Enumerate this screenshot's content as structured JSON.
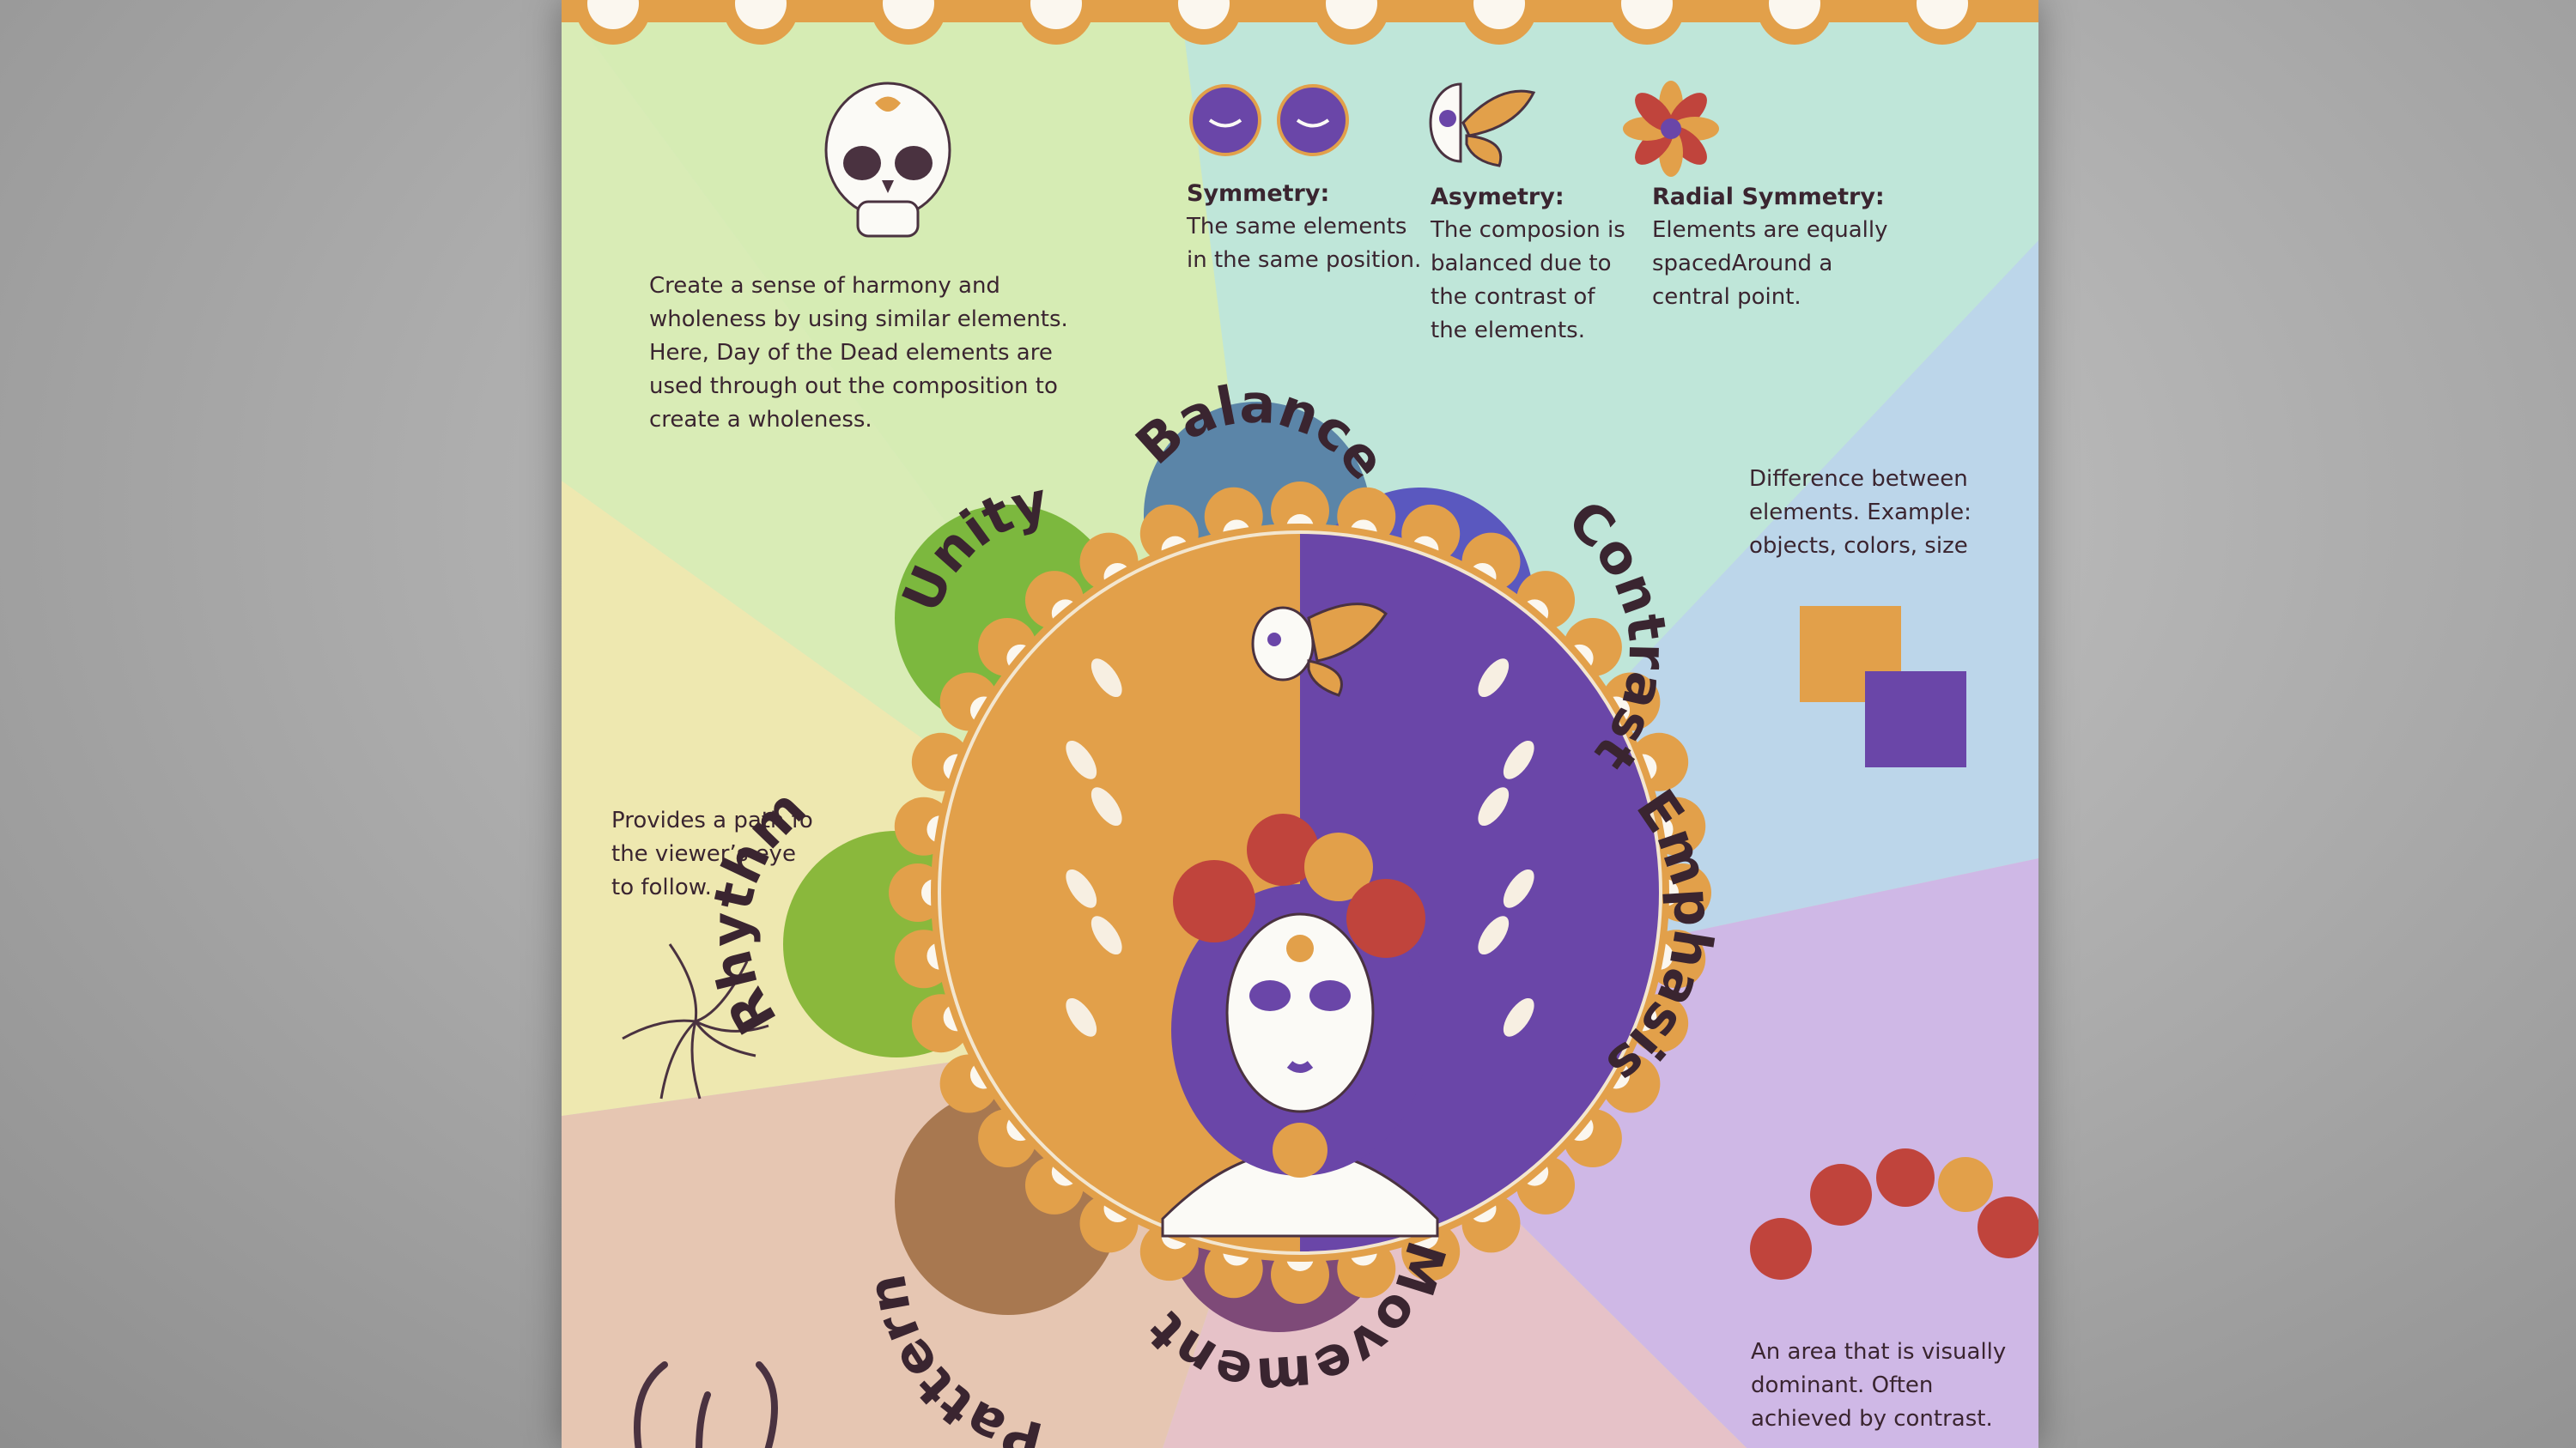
{
  "poster": {
    "petals": {
      "balance": "Balance",
      "contrast": "Contrast",
      "emphasis": "Emphasis",
      "movement": "Movement",
      "pattern": "Pattern",
      "rhythm": "Rhythm",
      "unity": "Unity"
    },
    "unity_text": [
      "Create a sense of harmony and",
      "wholeness by using similar elements.",
      "Here, Day of the Dead elements are",
      "used through out the composition to",
      "create a wholeness."
    ],
    "symmetry": {
      "title": "Symmetry:",
      "lines": [
        "The same elements",
        "in the same position."
      ]
    },
    "asymmetry": {
      "title": "Asymetry:",
      "lines": [
        "The composion is",
        "balanced due to",
        "the contrast of",
        "the elements."
      ]
    },
    "radial": {
      "title": "Radial Symmetry:",
      "lines": [
        "Elements are equally",
        "spacedAround a",
        "central point."
      ]
    },
    "contrast_text": [
      "Difference between",
      "elements. Example:",
      "objects, colors, size"
    ],
    "rhythm_text": [
      "Provides a path fo",
      "the viewer’s eye",
      "to follow."
    ],
    "emphasis_text": [
      "An area that is visually",
      "dominant. Often",
      "achieved by contrast."
    ]
  },
  "colors": {
    "orange": "#e2a04a",
    "purple": "#6a46a8",
    "dark": "#3a2530",
    "unity_petal": "#7cb83e",
    "balance_petal": "#5b85a8",
    "contrast_petal": "#5a58bf",
    "emphasis_petal": "#8a55b8",
    "movement_petal": "#7e4a78",
    "pattern_petal": "#a87850",
    "rhythm_petal": "#8ab83c"
  }
}
